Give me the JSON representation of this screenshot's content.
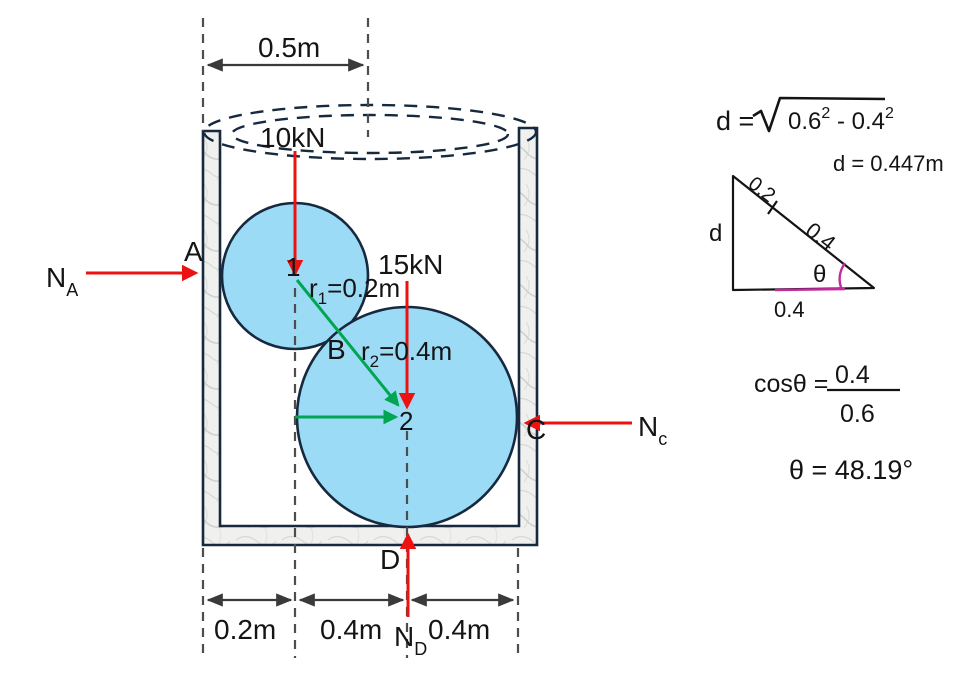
{
  "colors": {
    "sphere_fill": "#9cdbf6",
    "outline_navy": "#16293e",
    "force_red": "#ec1212",
    "radius_green": "#00a651",
    "guide_gray": "#4d4d4d",
    "dim_gray": "#3a3a3a",
    "hand_black": "#141414",
    "hand_magenta": "#c02b9d",
    "marble_base": "#f0f1ef"
  },
  "dimensions": {
    "top": "0.5m",
    "bottom_left": "0.2m",
    "bottom_mid": "0.4m",
    "bottom_right": "0.4m"
  },
  "forces": {
    "f1": "10kN",
    "f2": "15kN"
  },
  "points": {
    "a": "A",
    "b": "B",
    "c": "C",
    "d": "D"
  },
  "centers": {
    "c1": "1",
    "c2": "2"
  },
  "radii": {
    "r1": {
      "base": "r",
      "sub": "1",
      "val": "=0.2m"
    },
    "r2": {
      "base": "r",
      "sub": "2",
      "val": "=0.4m"
    }
  },
  "normals": {
    "na": {
      "base": "N",
      "sub": "A"
    },
    "nc": {
      "base": "N",
      "sub": "c"
    },
    "nd": {
      "base": "N",
      "sub": "D"
    }
  },
  "work": {
    "d_lhs": "d =",
    "rad_a": "0.6",
    "rad_a_sup": "2",
    "rad_b": " - 0.4",
    "rad_b_sup": "2",
    "d_result": "d = 0.447m",
    "tri": {
      "hyp_upper": "0.2",
      "hyp_lower": "0.4",
      "left_leg": "d",
      "angle": "θ",
      "base": "0.4"
    },
    "cos_lhs": "cosθ =",
    "frac_num": "0.4",
    "frac_den": "0.6",
    "theta_result": "θ = 48.19°"
  }
}
